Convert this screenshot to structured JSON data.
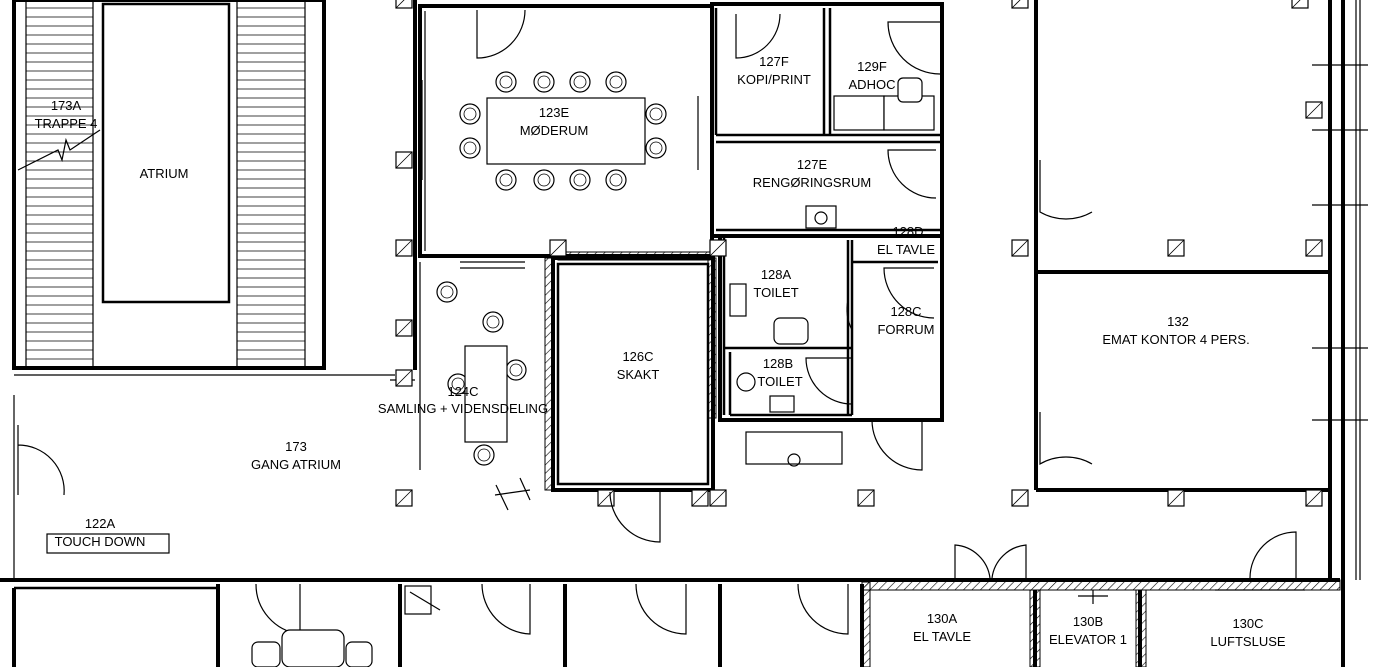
{
  "rooms": {
    "r173a": {
      "number": "173A",
      "name": "TRAPPE 4"
    },
    "atrium": {
      "name": "ATRIUM"
    },
    "r123e": {
      "number": "123E",
      "name": "MØDERUM"
    },
    "r127f": {
      "number": "127F",
      "name": "KOPI/PRINT"
    },
    "r129f": {
      "number": "129F",
      "name": "ADHOC"
    },
    "r127e": {
      "number": "127E",
      "name": "RENGØRINGSRUM"
    },
    "r128d": {
      "number": "128D",
      "name": "EL TAVLE"
    },
    "r128a": {
      "number": "128A",
      "name": "TOILET"
    },
    "r128c": {
      "number": "128C",
      "name": "FORRUM"
    },
    "r128b": {
      "number": "128B",
      "name": "TOILET"
    },
    "r126c": {
      "number": "126C",
      "name": "SKAKT"
    },
    "r124c": {
      "number": "124C",
      "name": "SAMLING + VIDENSDELING"
    },
    "r173": {
      "number": "173",
      "name": "GANG ATRIUM"
    },
    "r122a": {
      "number": "122A",
      "name": "TOUCH DOWN"
    },
    "r132": {
      "number": "132",
      "name": "EMAT KONTOR 4 PERS."
    },
    "r130a": {
      "number": "130A",
      "name": "EL TAVLE"
    },
    "r130b": {
      "number": "130B",
      "name": "ELEVATOR 1"
    },
    "r130c": {
      "number": "130C",
      "name": "LUFTSLUSE"
    }
  }
}
